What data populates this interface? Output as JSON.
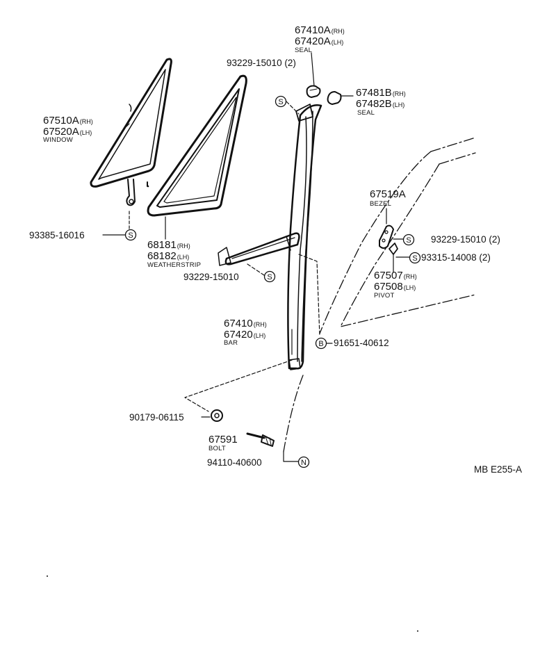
{
  "labels": {
    "p67410A": {
      "num": "67410A",
      "side": "(RH)"
    },
    "p67420A": {
      "num": "67420A",
      "side": "(LH)"
    },
    "seal_top": "SEAL",
    "p93229_top": "93229-15010 (2)",
    "p67481B": {
      "num": "67481B",
      "side": "(RH)"
    },
    "p67482B": {
      "num": "67482B",
      "side": "(LH)"
    },
    "seal_right": "SEAL",
    "p67510A": {
      "num": "67510A",
      "side": "(RH)"
    },
    "p67520A": {
      "num": "67520A",
      "side": "(LH)"
    },
    "window": "WINDOW",
    "p93385": "93385-16016",
    "p68181": {
      "num": "68181",
      "side": "(RH)"
    },
    "p68182": {
      "num": "68182",
      "side": "(LH)"
    },
    "weatherstrip": "WEATHERSTRIP",
    "p93229_mid": "93229-15010",
    "p67519A": "67519A",
    "bezel": "BEZEL",
    "p93229_right": "93229-15010 (2)",
    "p93315": "93315-14008 (2)",
    "p67507": {
      "num": "67507",
      "side": "(RH)"
    },
    "p67508": {
      "num": "67508",
      "side": "(LH)"
    },
    "pivot": "PIVOT",
    "p67410": {
      "num": "67410",
      "side": "(RH)"
    },
    "p67420": {
      "num": "67420",
      "side": "(LH)"
    },
    "bar": "BAR",
    "p91651": "91651-40612",
    "p90179": "90179-06115",
    "p67591": "67591",
    "bolt": "BOLT",
    "p94110": "94110-40600",
    "figure_code": "MB E255-A"
  },
  "symbols": {
    "s": "S",
    "b": "B",
    "n": "N"
  },
  "colors": {
    "ink": "#111111",
    "paper": "#ffffff"
  }
}
